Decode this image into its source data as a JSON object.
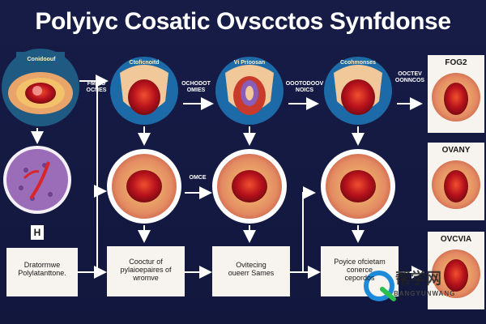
{
  "title": "Polyiyc Cosatic Ovscctos Synfdonse",
  "top_row": {
    "circle1_label": "Conidoouf",
    "circle2_label": "Ctoficnoitd",
    "circle3_label": "Vi Prioosan",
    "circle4_label": "Ccohmonses",
    "arrow1_label": [
      "FMICO",
      "OCNES"
    ],
    "arrow2_label": [
      "OCHODOT",
      "OMIES"
    ],
    "arrow3_label": [
      "OOOTODOOV",
      "NOICS"
    ],
    "arrow4_label": [
      "OOCTEV",
      "OONNCOS"
    ]
  },
  "middle": {
    "center_label": "OMCE"
  },
  "h_label": "H",
  "boxes": {
    "box1": [
      "Dratorrnwe",
      "Polylatanttone."
    ],
    "box2": [
      "Cooctur of",
      "pylaioepaires of",
      "wromve"
    ],
    "box3": [
      "Ovitecing",
      "oueerr Sames"
    ],
    "box4": [
      "Poyice ofcietam",
      "conerce",
      "cepordos"
    ]
  },
  "side_panels": {
    "label1": "FOG2",
    "label2": "OVANY",
    "label3": "OVCVIA"
  },
  "watermark": {
    "cn": "帮学网",
    "en": "BANGYUNWANG"
  },
  "colors": {
    "background": "#141a43",
    "tissue": "#e58a6a",
    "ovary_red": "#c9262a",
    "arrow": "#ffffff"
  }
}
